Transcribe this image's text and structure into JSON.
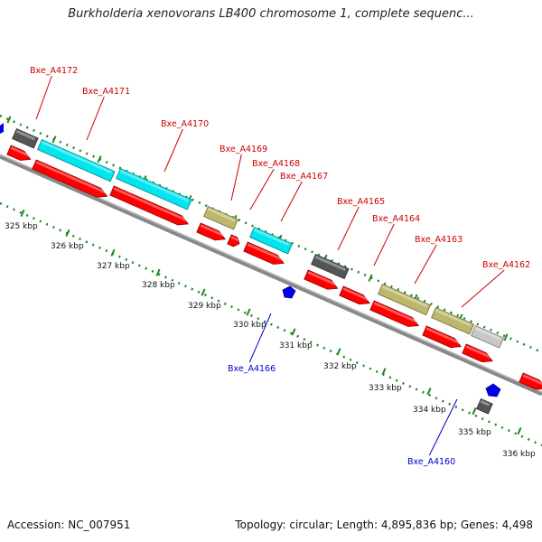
{
  "title": "Burkholderia xenovorans LB400 chromosome 1, complete sequenc...",
  "footer": {
    "accession": "Accession: NC_007951",
    "summary": "Topology: circular; Length: 4,895,836 bp; Genes: 4,498"
  },
  "colors": {
    "forward_label": "#cc0000",
    "reverse_label": "#0000cc",
    "backbone": "#888888",
    "tick": "#228822",
    "cds": "#ff0000",
    "gene_cyan": "#00e5ee",
    "gene_khaki": "#bdb76b",
    "gene_gray": "#555555",
    "gene_lightgray": "#c8c8c8",
    "gene_blue": "#0000ee"
  },
  "axis_labels": [
    "325 kbp",
    "326 kbp",
    "327 kbp",
    "328 kbp",
    "329 kbp",
    "330 kbp",
    "331 kbp",
    "332 kbp",
    "333 kbp",
    "334 kbp",
    "335 kbp",
    "336 kbp"
  ],
  "gene_labels": [
    {
      "text": "Bxe_A4172",
      "strand": "forward"
    },
    {
      "text": "Bxe_A4171",
      "strand": "forward"
    },
    {
      "text": "Bxe_A4170",
      "strand": "forward"
    },
    {
      "text": "Bxe_A4169",
      "strand": "forward"
    },
    {
      "text": "Bxe_A4168",
      "strand": "forward"
    },
    {
      "text": "Bxe_A4167",
      "strand": "forward"
    },
    {
      "text": "Bxe_A4165",
      "strand": "forward"
    },
    {
      "text": "Bxe_A4164",
      "strand": "forward"
    },
    {
      "text": "Bxe_A4163",
      "strand": "forward"
    },
    {
      "text": "Bxe_A4162",
      "strand": "forward"
    },
    {
      "text": "Bxe_A4166",
      "strand": "reverse"
    },
    {
      "text": "Bxe_A4160",
      "strand": "reverse"
    }
  ]
}
